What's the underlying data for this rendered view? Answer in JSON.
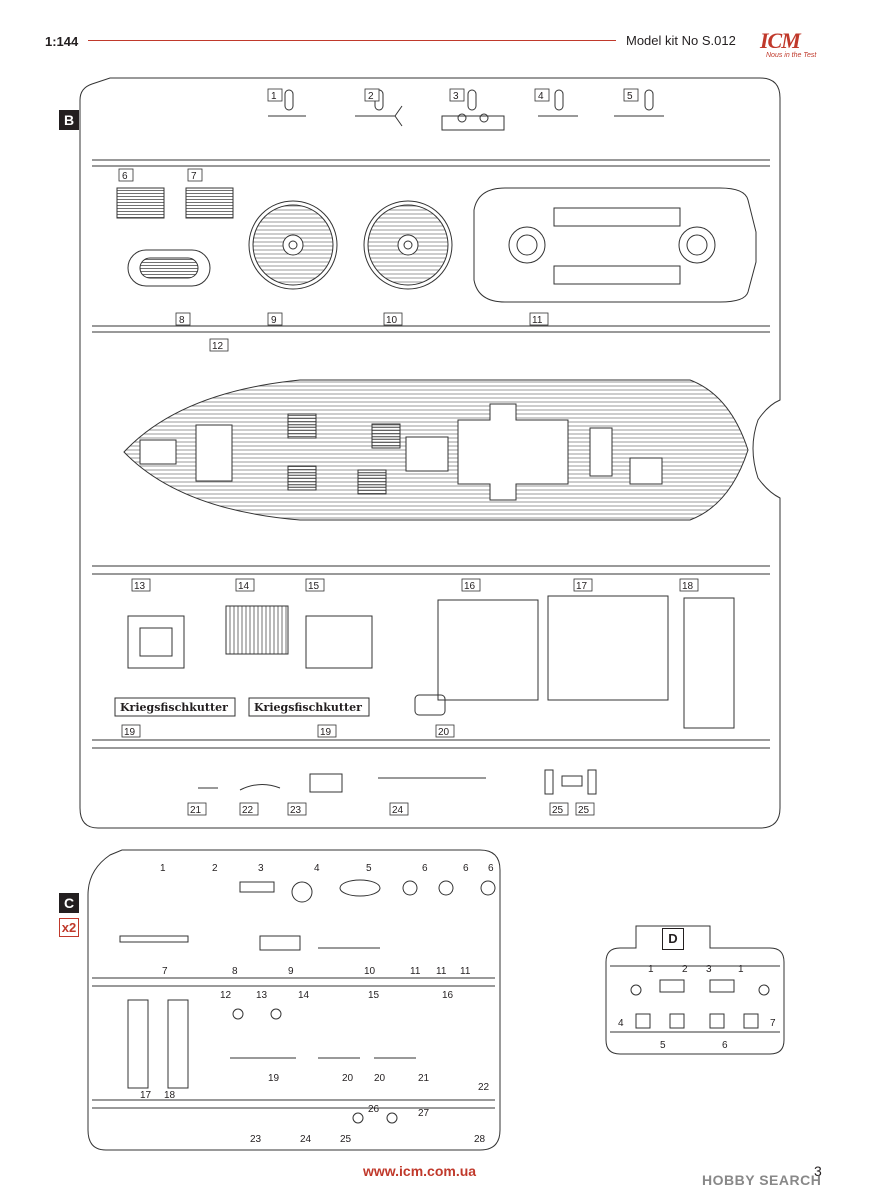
{
  "header": {
    "scale": "1:144",
    "kit_label": "Model kit No S.012",
    "brand": "ICM",
    "brand_tagline": "Nous in the Test"
  },
  "sprues": {
    "b": {
      "tag": "B",
      "numbers": [
        "1",
        "2",
        "3",
        "4",
        "5",
        "6",
        "7",
        "8",
        "9",
        "10",
        "11",
        "12",
        "13",
        "14",
        "15",
        "16",
        "17",
        "18",
        "19",
        "19",
        "20",
        "21",
        "22",
        "23",
        "24",
        "25",
        "25"
      ],
      "name_plates": [
        "Kriegsfischkutter",
        "Kriegsfischkutter"
      ]
    },
    "c": {
      "tag": "C",
      "multiplier": "x2",
      "numbers": [
        "1",
        "2",
        "3",
        "4",
        "5",
        "6",
        "6",
        "6",
        "7",
        "8",
        "9",
        "10",
        "11",
        "11",
        "11",
        "12",
        "13",
        "14",
        "15",
        "16",
        "17",
        "18",
        "19",
        "20",
        "20",
        "21",
        "22",
        "23",
        "24",
        "25",
        "26",
        "27",
        "28"
      ]
    },
    "d": {
      "tag": "D",
      "numbers": [
        "1",
        "2",
        "3",
        "1",
        "4",
        "5",
        "6",
        "7"
      ]
    }
  },
  "footer": {
    "url": "www.icm.com.ua",
    "page": "3",
    "watermark": "HOBBY SEARCH"
  }
}
